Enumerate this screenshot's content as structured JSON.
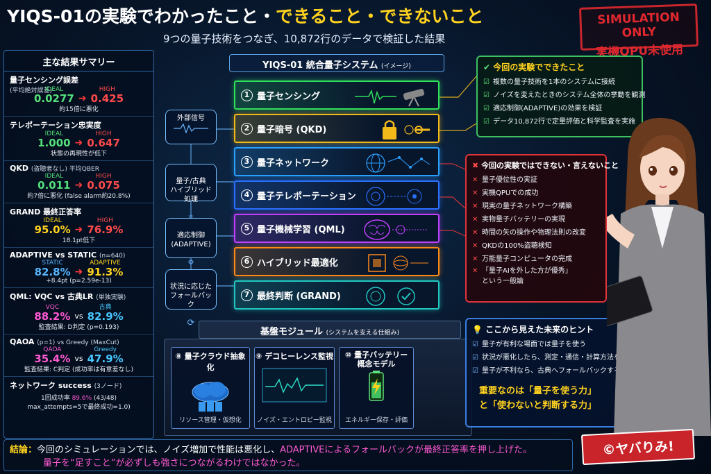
{
  "header": {
    "title_a": "YIQS-01の実験でわかったこと・",
    "title_b": "できること・できないこと",
    "subtitle": "9つの量子技術をつなぎ、10,872行のデータで検証した結果"
  },
  "stamp": {
    "line1": "SIMULATION ONLY",
    "line2": "実機QPU未使用"
  },
  "summary": {
    "heading": "主な結果サマリー",
    "metrics": [
      {
        "title": "量子センシング誤差",
        "sub": "(平均絶対誤差)",
        "l_label": "IDEAL",
        "l_val": "0.0277",
        "r_label": "HIGH",
        "r_val": "0.425",
        "note": "約15倍に悪化"
      },
      {
        "title": "テレポーテーション忠実度",
        "sub": "",
        "l_label": "IDEAL",
        "l_val": "1.000",
        "r_label": "HIGH",
        "r_val": "0.647",
        "note": "状態の再現性が低下"
      },
      {
        "title": "QKD",
        "title_small": "(盗聴者なし) 平均QBER",
        "l_label": "IDEAL",
        "l_val": "0.011",
        "r_label": "HIGH",
        "r_val": "0.075",
        "note": "約7倍に悪化 (false alarm約20.8%)"
      },
      {
        "title": "GRAND 最終正答率",
        "l_label": "IDEAL",
        "l_val": "95.0%",
        "r_label": "HIGH",
        "r_val": "76.9%",
        "note": "18.1pt低下"
      },
      {
        "title": "ADAPTIVE vs STATIC",
        "title_small": "(n=640)",
        "l_label": "STATIC",
        "l_val": "82.8%",
        "r_label": "ADAPTIVE",
        "r_val": "91.3%",
        "note": "+8.4pt (p=2.59e-13)"
      },
      {
        "title": "QML: VQC vs 古典LR",
        "title_small": "(単独実験)",
        "l_label": "VQC",
        "l_val": "88.2%",
        "mid": "vs",
        "r_label": "古典",
        "r_val": "82.9%",
        "note": "監査結果: D判定 (p=0.193)"
      },
      {
        "title": "QAOA",
        "title_small": "(p=1) vs Greedy (MaxCut)",
        "l_label": "QAOA",
        "l_val": "35.4%",
        "mid": "vs",
        "r_label": "Greedy",
        "r_val": "47.9%",
        "note": "監査結果: C判定 (成功率は有意差なし)"
      },
      {
        "title": "ネットワーク success",
        "title_small": "(3ノード)",
        "line1": "1回成功率 ",
        "line1_val": "89.6%",
        "line1_tail": " (43/48)",
        "line2": "max_attempts=5で最終成功=1.0)"
      }
    ]
  },
  "tower": {
    "title": "YIQS-01 統合量子システム",
    "title_small": "(イメージ)",
    "layers": [
      {
        "num": "1",
        "label": "量子センシング",
        "icon": "telescope-icon"
      },
      {
        "num": "2",
        "label": "量子暗号 (QKD)",
        "icon": "lock-icon"
      },
      {
        "num": "3",
        "label": "量子ネットワーク",
        "icon": "network-icon"
      },
      {
        "num": "4",
        "label": "量子テレポーテーション",
        "icon": "teleport-icon"
      },
      {
        "num": "5",
        "label": "量子機械学習 (QML)",
        "icon": "brain-icon"
      },
      {
        "num": "6",
        "label": "ハイブリッド最適化",
        "icon": "chip-icon"
      },
      {
        "num": "7",
        "label": "最終判断 (GRAND)",
        "icon": "target-check-icon"
      }
    ],
    "colors": [
      "#2ee05a",
      "#f2b91a",
      "#2aa0ff",
      "#2a70ff",
      "#c040ff",
      "#ff8a1a",
      "#20c8c0"
    ]
  },
  "flow": [
    {
      "text": "外部信号"
    },
    {
      "text": "量子/古典\nハイブリッド処理"
    },
    {
      "text": "適応制御\n(ADAPTIVE)"
    },
    {
      "text": "状況に応じた\nフォールバック"
    }
  ],
  "base": {
    "title": "基盤モジュール",
    "title_small": "(システムを支える仕組み)",
    "modules": [
      {
        "num": "8",
        "title": "量子クラウド抽象化",
        "footer": "リソース管理・仮想化"
      },
      {
        "num": "9",
        "title": "デコヒーレンス監視",
        "footer": "ノイズ・エントロピー監視"
      },
      {
        "num": "10",
        "title": "量子バッテリー\n概念モデル",
        "footer": "エネルギー保存・評価"
      }
    ]
  },
  "can": {
    "heading": "今回の実験でできたこと",
    "items": [
      "複数の量子技術を1本のシステムに接続",
      "ノイズを変えたときのシステム全体の挙動を観測",
      "適応制御(ADAPTIVE)の効果を検証",
      "データ10,872行で定量評価と科学監査を実施"
    ]
  },
  "cannot": {
    "heading": "今回の実験ではできない・言えないこと",
    "items": [
      "量子優位性の実証",
      "実機QPUでの成功",
      "現実の量子ネットワーク構築",
      "実物量子バッテリーの実現",
      "時間の矢の操作や物理法則の改変",
      "QKDの100%盗聴検知",
      "万能量子コンピュータの完成",
      "「量子AIを外した方が優秀」"
    ],
    "tail": "という一般論"
  },
  "hint": {
    "heading": "ここから見えた未来のヒント",
    "items": [
      "量子が有利な場面では量子を使う",
      "状況が悪化したら、測定・通信・計算方法を切替える",
      "量子が不利なら、古典へフォールバックする"
    ],
    "emph1": "重要なのは「量子を使う力」",
    "emph2": "と「使わないと判断する力」"
  },
  "footer": {
    "label": "結論：",
    "text_a": "今回のシミュレーションでは、ノイズ増加で性能は悪化し、",
    "text_b": "ADAPTIVEによるフォールバックが最終正答率を押し上げた。",
    "line2": "量子を“足すこと”が必ずしも強さにつながるわけではなかった。"
  },
  "copyright": "©ヤバりみ!"
}
